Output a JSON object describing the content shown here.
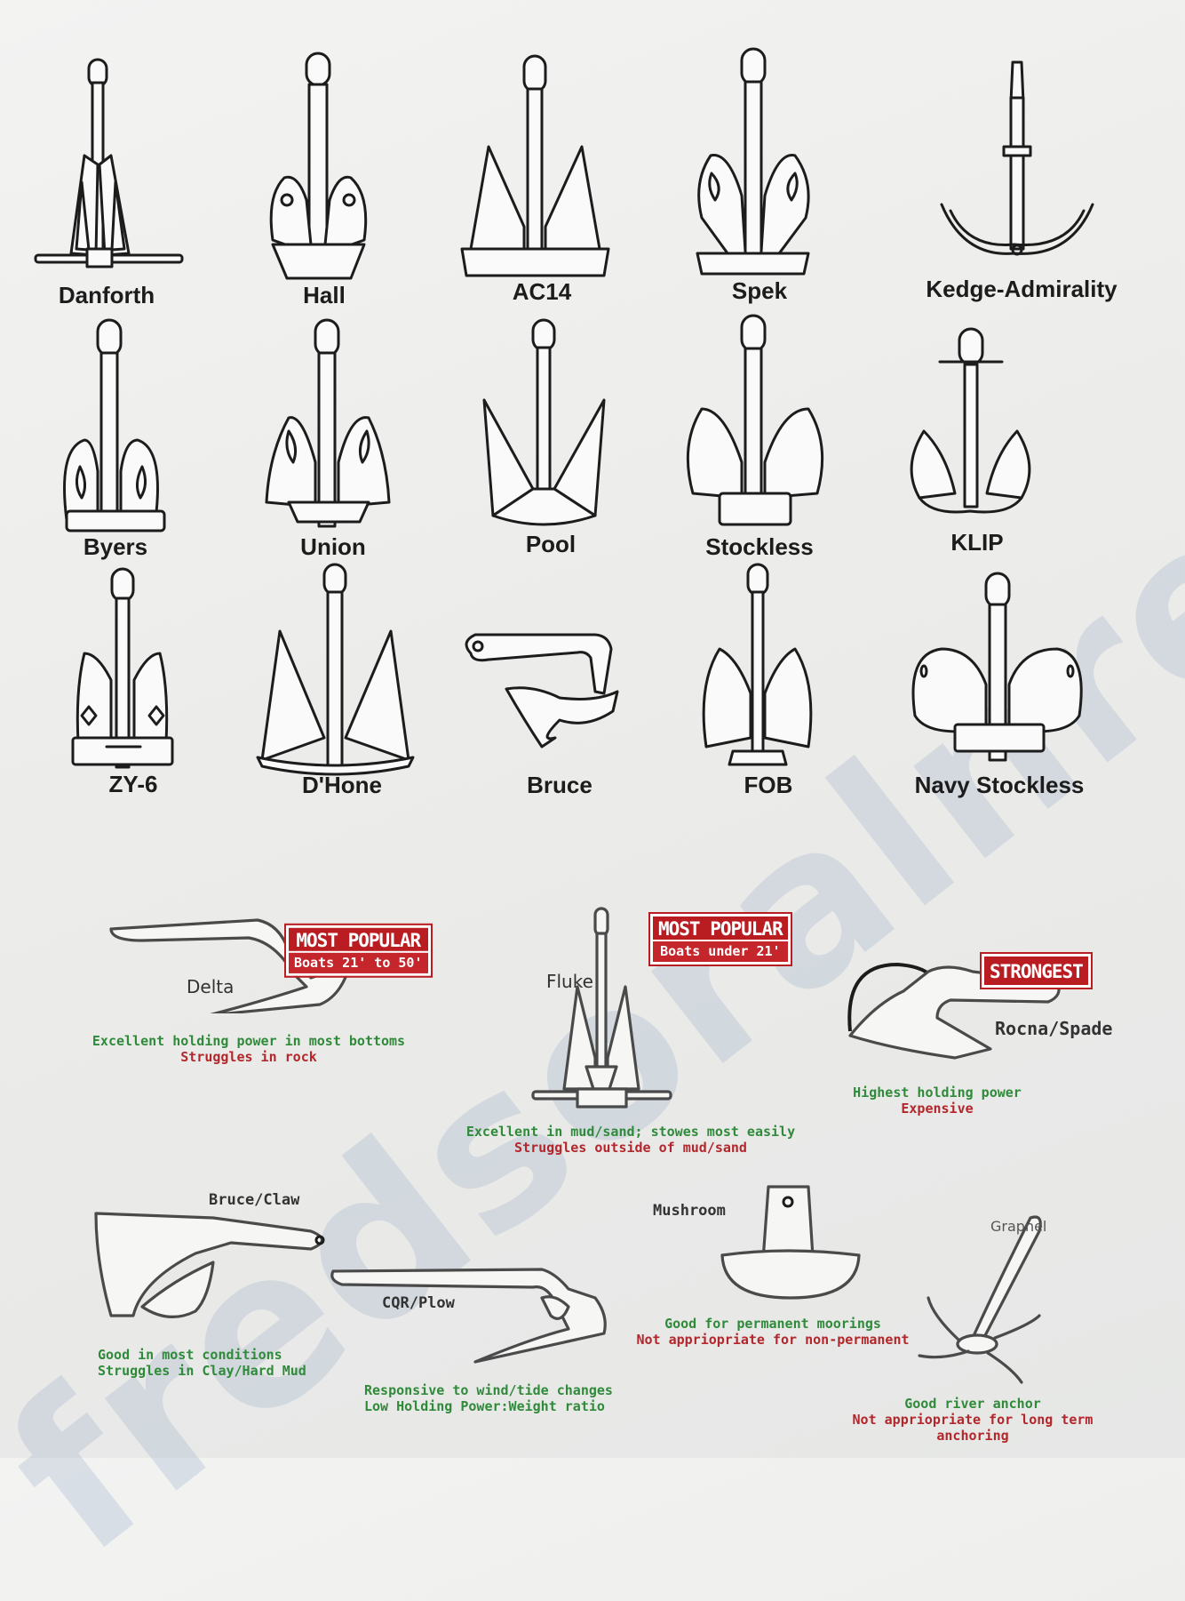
{
  "grid": [
    {
      "id": "danforth",
      "label": "Danforth"
    },
    {
      "id": "hall",
      "label": "Hall"
    },
    {
      "id": "ac14",
      "label": "AC14"
    },
    {
      "id": "spek",
      "label": "Spek"
    },
    {
      "id": "kedge",
      "label": "Kedge-Admirality"
    },
    {
      "id": "byers",
      "label": "Byers"
    },
    {
      "id": "union",
      "label": "Union"
    },
    {
      "id": "pool",
      "label": "Pool"
    },
    {
      "id": "stockless",
      "label": "Stockless"
    },
    {
      "id": "klip",
      "label": "KLIP"
    },
    {
      "id": "zy6",
      "label": "ZY-6"
    },
    {
      "id": "dhone",
      "label": "D'Hone"
    },
    {
      "id": "bruce",
      "label": "Bruce"
    },
    {
      "id": "fob",
      "label": "FOB"
    },
    {
      "id": "navy",
      "label": "Navy Stockless"
    }
  ],
  "guide": {
    "delta": {
      "name": "Delta",
      "badge": "MOST POPULAR",
      "badge_sub": "Boats 21' to 50'",
      "pro": "Excellent holding power in most bottoms",
      "con": "Struggles in rock"
    },
    "fluke": {
      "name": "Fluke",
      "badge": "MOST POPULAR",
      "badge_sub": "Boats under 21'",
      "pro": "Excellent in mud/sand; stowes most easily",
      "con": "Struggles outside of mud/sand"
    },
    "rocna": {
      "name": "Rocna/Spade",
      "badge": "STRONGEST",
      "pro": "Highest holding power",
      "con": "Expensive"
    },
    "claw": {
      "name": "Bruce/Claw",
      "pro": "Good in most conditions",
      "con": "Struggles in Clay/Hard Mud"
    },
    "cqr": {
      "name": "CQR/Plow",
      "pro": "Responsive to wind/tide changes",
      "con": "Low Holding Power:Weight ratio"
    },
    "mushroom": {
      "name": "Mushroom",
      "pro": "Good for permanent moorings",
      "con": "Not appriopriate for non-permanent"
    },
    "grapnel": {
      "name": "Grapnel",
      "pro": "Good river anchor",
      "con": "Not appriopriate for long term anchoring"
    }
  },
  "watermark": "fredsoralnre.com",
  "colors": {
    "badge": "#b91d22",
    "pro_text": "#2f8a3a",
    "con_text": "#b3262b",
    "ink": "#1c1c1c"
  }
}
